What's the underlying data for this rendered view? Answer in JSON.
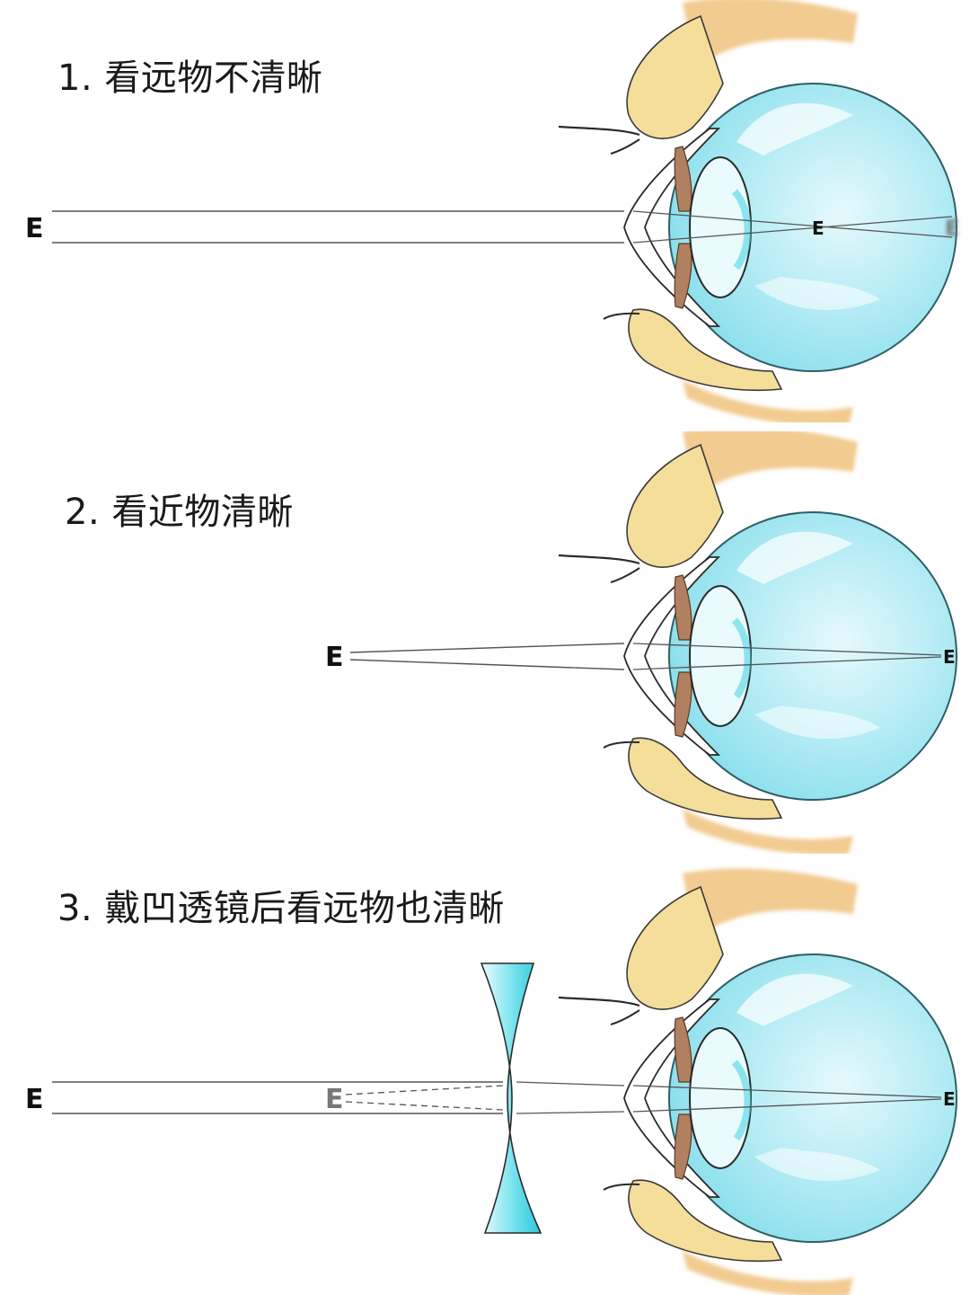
{
  "panels": [
    {
      "title": "1. 看远物不清晰",
      "object_label": "E",
      "image_label": "E",
      "blurred_image_label": "E"
    },
    {
      "title": "2. 看近物清晰",
      "object_label": "E",
      "image_label": "E"
    },
    {
      "title": "3. 戴凹透镜后看远物也清晰",
      "object_label": "E",
      "virtual_image_label": "E",
      "image_label": "E"
    }
  ],
  "colors": {
    "eyeball": "#8fe3ef",
    "lid": "#f5dd9a",
    "brow": "#f0c27e",
    "iris": "#b08060",
    "lens": "#4fd6e6",
    "ray": "#555555"
  }
}
